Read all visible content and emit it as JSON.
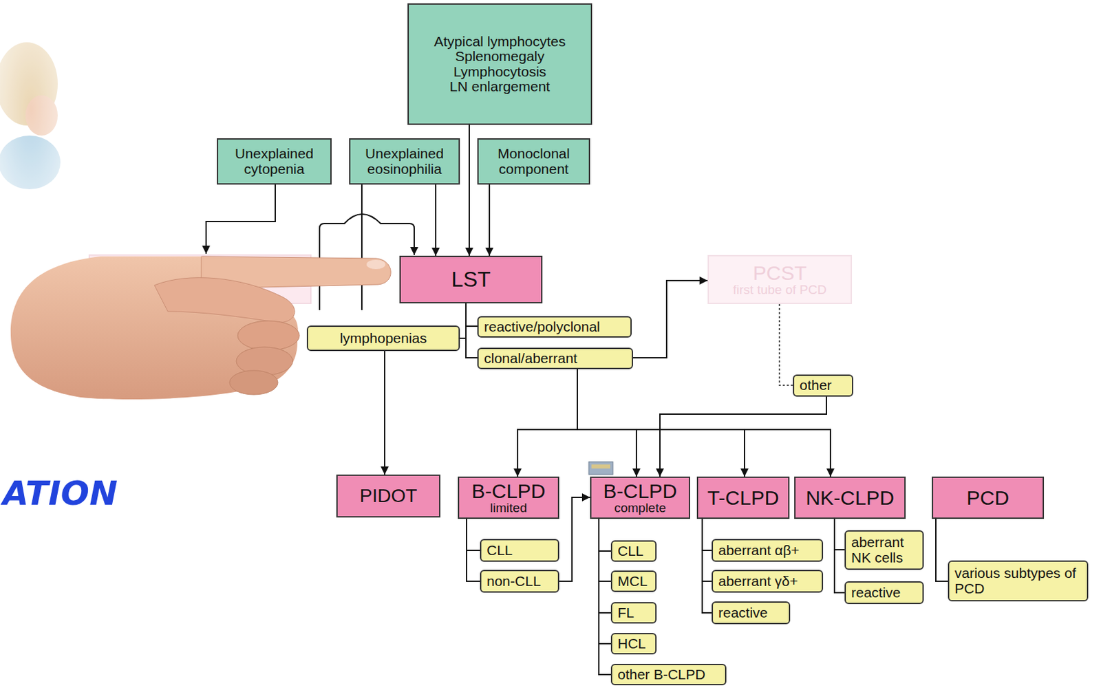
{
  "diagram": {
    "nodes": [
      {
        "text": [
          "Atypical lymphocytes",
          "Splenomegaly",
          "Lymphocytosis",
          "LN enlargement"
        ]
      },
      {
        "text": [
          "Unexplained cytopenia"
        ]
      },
      {
        "text": [
          "Unexplained eosinophilia"
        ]
      },
      {
        "text": [
          "Monoclonal component"
        ]
      },
      {
        "text": [
          "LST"
        ]
      },
      {
        "text": [
          "PCST",
          "first tube of PCD"
        ]
      },
      {
        "text": [
          "lymphopenias"
        ]
      },
      {
        "text": [
          "reactive/polyclonal"
        ]
      },
      {
        "text": [
          "clonal/aberrant"
        ]
      },
      {
        "text": [
          "other"
        ]
      },
      {
        "text": [
          "PIDOT"
        ]
      },
      {
        "text": [
          "B-CLPD",
          "limited"
        ]
      },
      {
        "text": [
          "B-CLPD",
          "complete"
        ]
      },
      {
        "text": [
          "T-CLPD"
        ]
      },
      {
        "text": [
          "NK-CLPD"
        ]
      },
      {
        "text": [
          "PCD"
        ]
      },
      {
        "text": [
          "CLL"
        ]
      },
      {
        "text": [
          "non-CLL"
        ]
      },
      {
        "text": [
          "CLL"
        ]
      },
      {
        "text": [
          "MCL"
        ]
      },
      {
        "text": [
          "FL"
        ]
      },
      {
        "text": [
          "HCL"
        ]
      },
      {
        "text": [
          "other B-CLPD"
        ]
      },
      {
        "text": [
          "aberrant αβ+"
        ]
      },
      {
        "text": [
          "aberrant γδ+"
        ]
      },
      {
        "text": [
          "reactive"
        ]
      },
      {
        "text": [
          "aberrant NK cells"
        ]
      },
      {
        "text": [
          "reactive"
        ]
      },
      {
        "text": [
          "various subtypes of PCD"
        ]
      }
    ],
    "edges": [
      {
        "from": 0,
        "to": 4,
        "arrow": "to"
      },
      {
        "from": 2,
        "to": 4,
        "arrow": "to"
      },
      {
        "from": 3,
        "to": 4,
        "arrow": "to"
      },
      {
        "from": 4,
        "to": 7,
        "arrow": "none"
      },
      {
        "from": 4,
        "to": 8,
        "arrow": "none"
      },
      {
        "from": 4,
        "to": 6,
        "arrow": "none"
      },
      {
        "from": 6,
        "to": 10,
        "arrow": "to"
      },
      {
        "from": 8,
        "to": 5,
        "arrow": "to"
      },
      {
        "from": 8,
        "to": 11,
        "arrow": "to"
      },
      {
        "from": 8,
        "to": 12,
        "arrow": "to"
      },
      {
        "from": 8,
        "to": 13,
        "arrow": "to"
      },
      {
        "from": 8,
        "to": 14,
        "arrow": "to"
      },
      {
        "from": 5,
        "to": 9,
        "arrow": "none"
      },
      {
        "from": 9,
        "to": 12,
        "arrow": "to"
      },
      {
        "from": 11,
        "to": 16,
        "arrow": "none"
      },
      {
        "from": 11,
        "to": 17,
        "arrow": "none"
      },
      {
        "from": 17,
        "to": 12,
        "arrow": "to"
      },
      {
        "from": 12,
        "to": 18,
        "arrow": "none"
      },
      {
        "from": 12,
        "to": 19,
        "arrow": "none"
      },
      {
        "from": 12,
        "to": 20,
        "arrow": "none"
      },
      {
        "from": 12,
        "to": 21,
        "arrow": "none"
      },
      {
        "from": 12,
        "to": 22,
        "arrow": "none"
      },
      {
        "from": 13,
        "to": 23,
        "arrow": "none"
      },
      {
        "from": 13,
        "to": 24,
        "arrow": "none"
      },
      {
        "from": 13,
        "to": 25,
        "arrow": "none"
      },
      {
        "from": 14,
        "to": 26,
        "arrow": "none"
      },
      {
        "from": 14,
        "to": 27,
        "arrow": "none"
      },
      {
        "from": 15,
        "to": 28,
        "arrow": "none"
      }
    ],
    "labels": [
      "ATION"
    ]
  }
}
